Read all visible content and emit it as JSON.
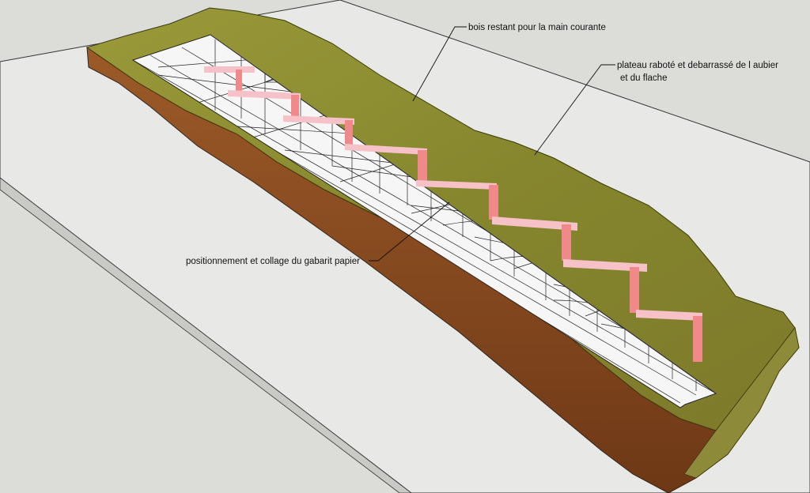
{
  "labels": {
    "remaining_wood": "bois restant pour la main courante",
    "plank_line1": "plateau raboté et debarrassé de l aubier",
    "plank_line2": "et du flache",
    "template": "positionnement et collage du gabarit papier"
  },
  "colors": {
    "background": "#dcdcd8",
    "table_top": "#e8e8e6",
    "wood_top": "#8a8a30",
    "wood_side": "#8a4a20",
    "paper": "#f6f6f6",
    "stair_dark": "#f08a8a",
    "stair_light": "#f6c2c8",
    "line": "#222222"
  }
}
